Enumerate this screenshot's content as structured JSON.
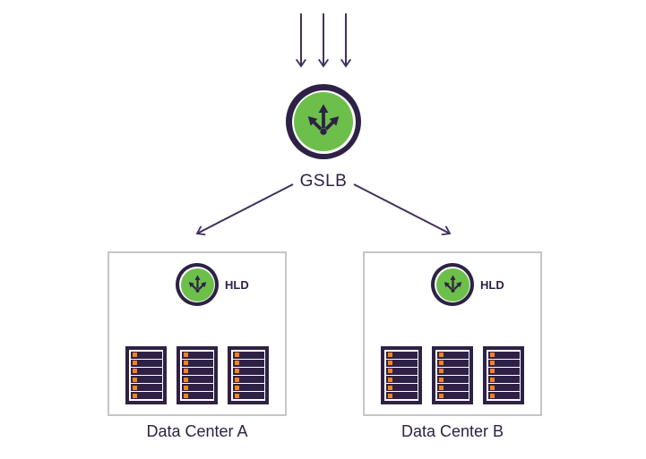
{
  "gslb": {
    "label": "GSLB",
    "icon": "branching-arrows-icon"
  },
  "data_centers": [
    {
      "label": "Data Center A",
      "balancer_label": "HLD",
      "balancer_icon": "branching-arrows-icon",
      "racks": 3
    },
    {
      "label": "Data Center B",
      "balancer_label": "HLD",
      "balancer_icon": "branching-arrows-icon",
      "racks": 3
    }
  ],
  "incoming_arrows": 3,
  "rack_units": 6,
  "colors": {
    "node_dark_purple": "#2e2145",
    "node_green": "#6dbf4b",
    "unit_led_orange": "#f58220",
    "arrow_purple": "#42305e",
    "box_border_gray": "#c6c5c9",
    "label_text": "#2e2145"
  }
}
